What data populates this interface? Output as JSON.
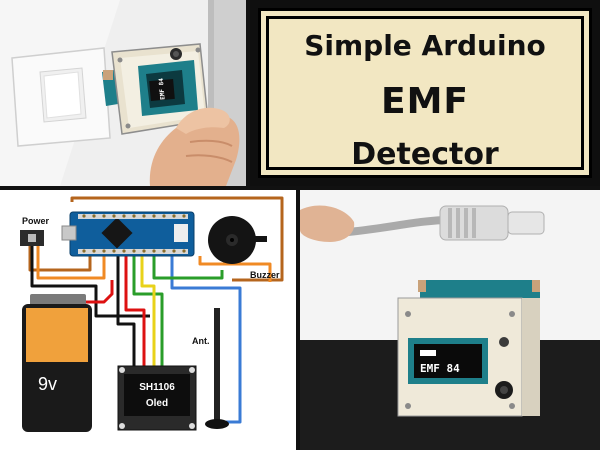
{
  "title": {
    "line1": "Simple Arduino",
    "line2": "EMF",
    "line3": "Detector"
  },
  "schematic": {
    "power_label": "Power",
    "buzzer_label": "Buzzer",
    "antenna_label": "Ant.",
    "battery_label": "9v",
    "oled_line1": "SH1106",
    "oled_line2": "Oled"
  },
  "device": {
    "screen_text": "EMF 84",
    "tl_screen_text": "EMF 84"
  },
  "colors": {
    "title_bg": "#f2e7c2",
    "arduino_blue": "#0f5e9c",
    "wire_brown": "#b5651d",
    "wire_orange": "#f08a24",
    "wire_red": "#d11",
    "wire_green": "#2a9d2a",
    "wire_yellow": "#e8d21a",
    "wire_blue": "#3a7bd5",
    "device_teal": "#1e7f8a"
  }
}
